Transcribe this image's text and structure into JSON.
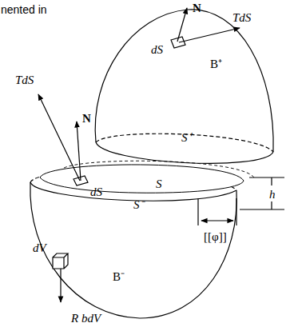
{
  "diagram": {
    "labels": [
      "nented in",
      "N",
      "TdS",
      "dS",
      "B⁺",
      "TdS",
      "N",
      "S⁺",
      "dS",
      "S",
      "S⁻",
      "h",
      "[[φ]]",
      "dV",
      "B⁻",
      "R bdV"
    ]
  }
}
